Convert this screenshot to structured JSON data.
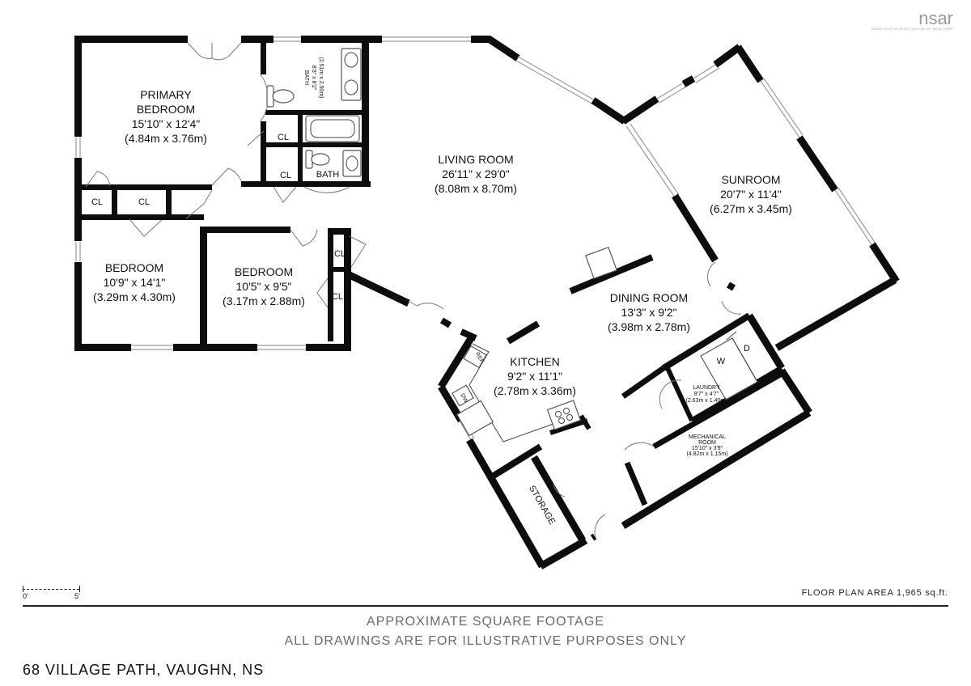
{
  "logo": {
    "brand": "nsar",
    "tagline": "NOVA SCOTIA ASSOCIATION OF REALTORS"
  },
  "rooms": {
    "primary_bedroom": {
      "name_line1": "PRIMARY",
      "name_line2": "BEDROOM",
      "imperial": "15'10\" x 12'4\"",
      "metric": "(4.84m x 3.76m)"
    },
    "bath_main": {
      "name": "BATH",
      "imperial": "8'3\" x 8'2\"",
      "metric": "(2.51m x 2.50m)"
    },
    "bath_small": {
      "name": "BATH"
    },
    "living_room": {
      "name": "LIVING ROOM",
      "imperial": "26'11\" x 29'0\"",
      "metric": "(8.08m x 8.70m)"
    },
    "sunroom": {
      "name": "SUNROOM",
      "imperial": "20'7\" x 11'4\"",
      "metric": "(6.27m x 3.45m)"
    },
    "bedroom_left": {
      "name": "BEDROOM",
      "imperial": "10'9\" x 14'1\"",
      "metric": "(3.29m x 4.30m)"
    },
    "bedroom_mid": {
      "name": "BEDROOM",
      "imperial": "10'5\" x 9'5\"",
      "metric": "(3.17m x 2.88m)"
    },
    "dining_room": {
      "name": "DINING ROOM",
      "imperial": "13'3\" x 9'2\"",
      "metric": "(3.98m x 2.78m)"
    },
    "kitchen": {
      "name": "KITCHEN",
      "imperial": "9'2\" x 11'1\"",
      "metric": "(2.78m x 3.36m)"
    },
    "laundry": {
      "name": "LAUNDRY",
      "imperial": "8'7\" x 4'7\"",
      "metric": "(2.63m x 1.40m)"
    },
    "mechanical_room": {
      "name_line1": "MECHANICAL",
      "name_line2": "ROOM",
      "imperial": "15'10\" x 3'9\"",
      "metric": "(4.82m x 1.15m)"
    },
    "storage": {
      "name": "STORAGE"
    }
  },
  "closets": {
    "label": "CL"
  },
  "appliances": {
    "ref": "REF",
    "dw": "DW",
    "washer": "W",
    "dryer": "D"
  },
  "scale": {
    "start": "0'",
    "end": "5'"
  },
  "floor_plan_area": "FLOOR PLAN AREA  1,965 sq.ft.",
  "footer": {
    "line1": "APPROXIMATE SQUARE FOOTAGE",
    "line2": "ALL DRAWINGS ARE FOR ILLUSTRATIVE PURPOSES ONLY"
  },
  "address": "68 VILLAGE PATH, VAUGHN, NS"
}
